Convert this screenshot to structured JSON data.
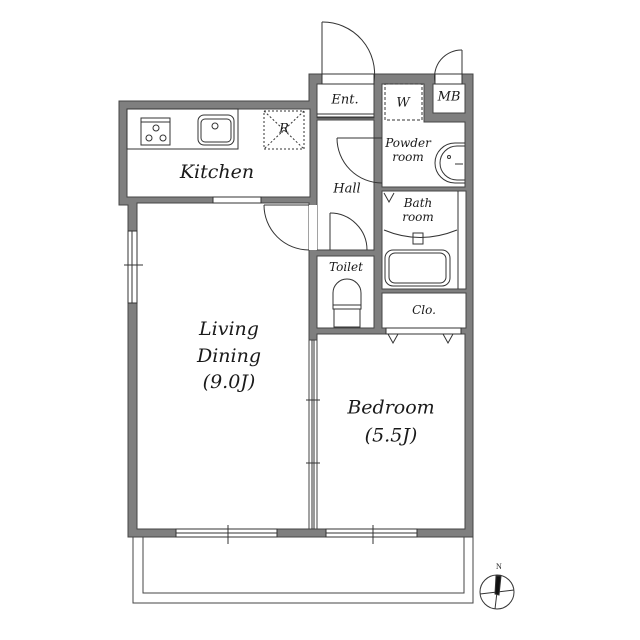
{
  "floor_plan": {
    "colors": {
      "wall": "#7f7f7f",
      "line": "#333333",
      "background": "#ffffff"
    },
    "rooms": {
      "entrance": {
        "label": "Ent."
      },
      "washer": {
        "label": "W"
      },
      "meter_box": {
        "label": "MB"
      },
      "kitchen": {
        "label": "Kitchen"
      },
      "refrigerator": {
        "label": "R"
      },
      "powder_room": {
        "line1": "Powder",
        "line2": "room"
      },
      "hall": {
        "label": "Hall"
      },
      "bath_room": {
        "line1": "Bath",
        "line2": "room"
      },
      "toilet": {
        "label": "Toilet"
      },
      "closet": {
        "label": "Clo."
      },
      "living_dining": {
        "line1": "Living",
        "line2": "Dining",
        "line3": "(9.0J)"
      },
      "bedroom": {
        "line1": "Bedroom",
        "line2": "(5.5J)"
      }
    },
    "compass": {
      "north_label": "N",
      "icon": "compass-north-icon"
    }
  }
}
